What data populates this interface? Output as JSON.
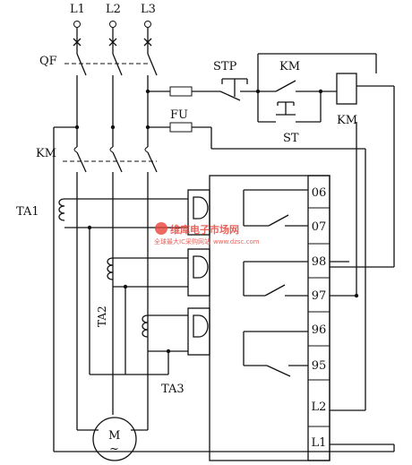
{
  "labels": {
    "L1": "L1",
    "L2": "L2",
    "L3": "L3",
    "QF": "QF",
    "FU": "FU",
    "STP": "STP",
    "KM_coil_contact": "KM",
    "KM_coil": "KM",
    "ST": "ST",
    "KM_main": "KM",
    "TA1": "TA1",
    "TA2": "TA2",
    "TA3": "TA3",
    "motor_M": "M",
    "motor_ac": "~"
  },
  "terminals": [
    "06",
    "07",
    "98",
    "97",
    "96",
    "95",
    "L2",
    "L1"
  ],
  "watermark": {
    "main": "维库电子市场网",
    "sub": "全球最大IC采购网站",
    "url": "www.dzsc.com"
  }
}
